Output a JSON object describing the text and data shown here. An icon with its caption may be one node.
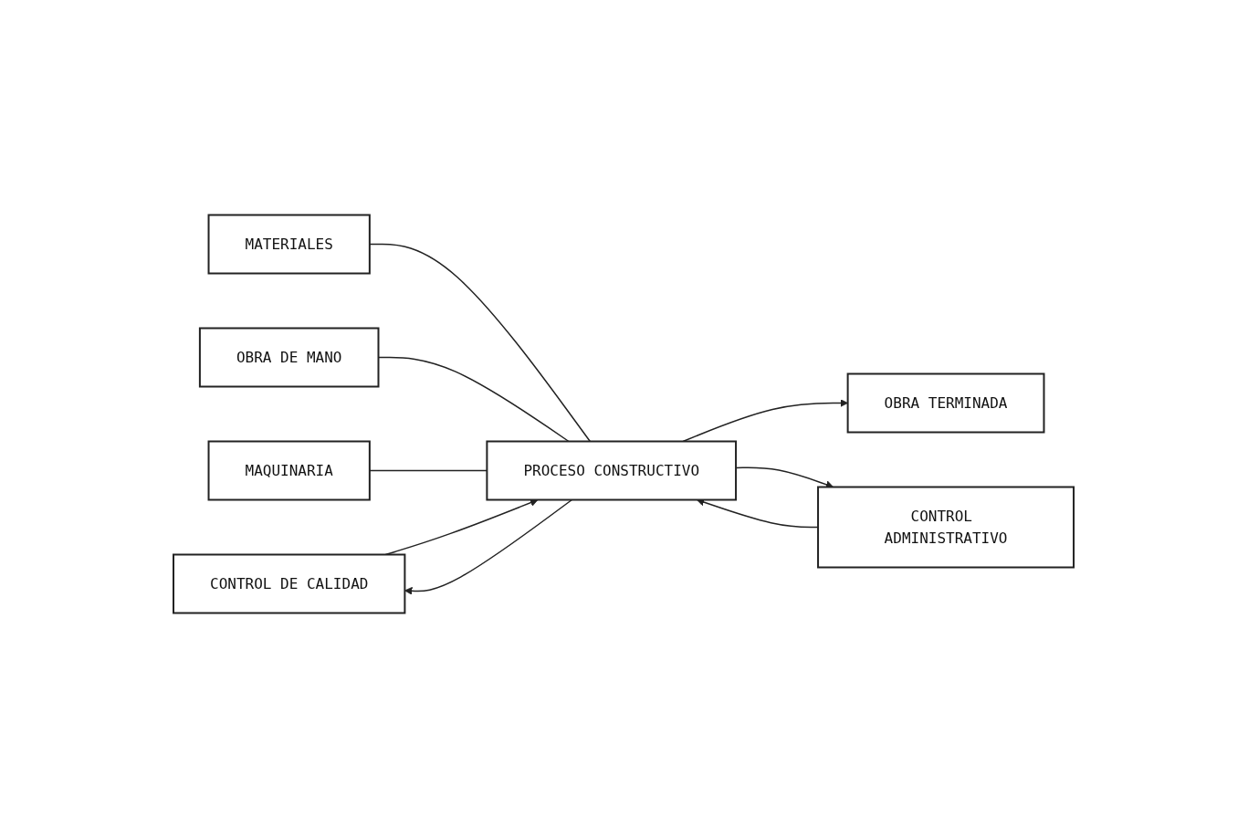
{
  "diagram": {
    "nodes": [
      {
        "text": [
          "CONTROL DE CALIDAD"
        ]
      },
      {
        "text": [
          "MATERIALES"
        ]
      },
      {
        "text": [
          "OBRA DE MANO"
        ]
      },
      {
        "text": [
          "PROCESO CONSTRUCTIVO"
        ]
      },
      {
        "text": [
          "OBRA TERMINADA"
        ]
      },
      {
        "text": [
          "MAQUINARIA"
        ]
      },
      {
        "text": [
          "CONTROL ADMINISTRATIVO"
        ]
      }
    ],
    "edges": [
      {
        "from": 1,
        "to": 3,
        "arrow": "none"
      },
      {
        "from": 2,
        "to": 3,
        "arrow": "none"
      },
      {
        "from": 5,
        "to": 3,
        "arrow": "none"
      },
      {
        "from": 3,
        "to": 0,
        "arrow": "to"
      },
      {
        "from": 0,
        "to": 3,
        "arrow": "to"
      },
      {
        "from": 3,
        "to": 4,
        "arrow": "to"
      },
      {
        "from": 6,
        "to": 3,
        "arrow": "to"
      },
      {
        "from": 3,
        "to": 6,
        "arrow": "to"
      }
    ]
  }
}
